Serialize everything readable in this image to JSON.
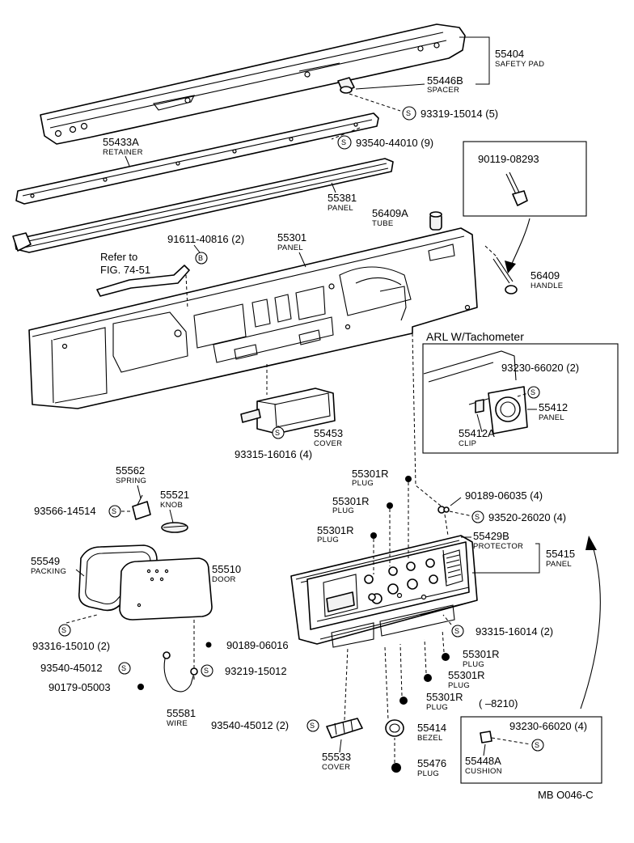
{
  "labels": {
    "p55404": "55404",
    "n_safety_pad": "SAFETY PAD",
    "p55446b": "55446B",
    "n_spacer": "SPACER",
    "s93319": "93319-15014 (5)",
    "p55433a": "55433A",
    "n_retainer": "RETAINER",
    "s93540_44010": "93540-44010 (9)",
    "p90119": "90119-08293",
    "p55381": "55381",
    "n_panel_55381": "PANEL",
    "p56409a": "56409A",
    "n_tube": "TUBE",
    "p55301": "55301",
    "n_panel_55301": "PANEL",
    "p91611": "91611-40816 (2)",
    "refer_to": "Refer to",
    "fig_ref": "FIG. 74-51",
    "p56409": "56409",
    "n_handle": "HANDLE",
    "arl_heading": "ARL  W/Tachometer",
    "p93230_a": "93230-66020 (2)",
    "p55412": "55412",
    "n_panel_55412": "PANEL",
    "p55412a": "55412A",
    "n_clip": "CLIP",
    "p55453": "55453",
    "n_cover_55453": "COVER",
    "s93315_16016": "93315-16016 (4)",
    "p55562": "55562",
    "n_spring": "SPRING",
    "p55521": "55521",
    "n_knob": "KNOB",
    "s93566": "93566-14514",
    "p55301r_1": "55301R",
    "n_plug_1": "PLUG",
    "p90189_06035": "90189-06035 (4)",
    "p55301r_2": "55301R",
    "n_plug_2": "PLUG",
    "s93520": "93520-26020 (4)",
    "p55301r_3": "55301R",
    "n_plug_3": "PLUG",
    "p55429b": "55429B",
    "n_protector": "PROTECTOR",
    "p55415": "55415",
    "n_panel_55415": "PANEL",
    "p55549": "55549",
    "n_packing": "PACKING",
    "p55510": "55510",
    "n_door": "DOOR",
    "s93316": "93316-15010 (2)",
    "p90189_06016": "90189-06016",
    "s93315_16014": "93315-16014 (2)",
    "p93540_45012_a": "93540-45012",
    "s93219": "93219-15012",
    "p55301r_4": "55301R",
    "n_plug_4": "PLUG",
    "p90179": "90179-05003",
    "p55301r_5": "55301R",
    "n_plug_5": "PLUG",
    "p55301r_6": "55301R",
    "n_plug_6": "PLUG",
    "range_8210": "(      –8210)",
    "p55581": "55581",
    "n_wire": "WIRE",
    "p93540_45012_b": "93540-45012 (2)",
    "p55414": "55414",
    "n_bezel": "BEZEL",
    "p93230_b": "93230-66020 (4)",
    "p55533": "55533",
    "n_cover_55533": "COVER",
    "p55448a": "55448A",
    "n_cushion": "CUSHION",
    "p55476": "55476",
    "n_plug_55476": "PLUG",
    "footer_code": "MB  O046-C",
    "s_mark": "S",
    "b_mark": "B"
  },
  "colors": {
    "ink": "#000000",
    "paper": "#ffffff",
    "shade": "#f2f2f2"
  }
}
